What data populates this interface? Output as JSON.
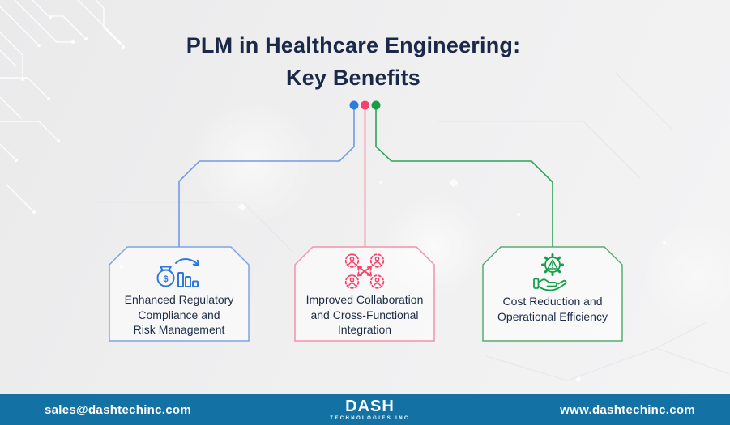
{
  "title": {
    "line1": "PLM in Healthcare Engineering:",
    "line2": "Key Benefits"
  },
  "benefits": [
    {
      "id": "regulatory-compliance",
      "icon": "money-bag-declining-chart-icon",
      "accent_color": "#2e78dd",
      "border_color": "#7fa3e6",
      "line_color": "#6e9ce8",
      "dot_color": "#2f7ce0",
      "lines": [
        "Enhanced Regulatory",
        "Compliance and",
        "Risk Management"
      ]
    },
    {
      "id": "collaboration",
      "icon": "team-exchange-arrows-icon",
      "accent_color": "#f8436b",
      "border_color": "#f490a9",
      "line_color": "#f75e80",
      "dot_color": "#f9406b",
      "lines": [
        "Improved Collaboration",
        "and Cross-Functional",
        "Integration"
      ]
    },
    {
      "id": "cost-reduction",
      "icon": "gear-warning-hand-icon",
      "accent_color": "#14a04a",
      "border_color": "#53ad72",
      "line_color": "#2aa457",
      "dot_color": "#149e47",
      "lines": [
        "Cost Reduction and",
        "Operational Efficiency"
      ]
    }
  ],
  "footer": {
    "email": "sales@dashtechinc.com",
    "website": "www.dashtechinc.com",
    "logo": {
      "wordmark": "DASH",
      "subtext": "TECHNOLOGIES INC"
    },
    "bg_color": "#1371a3"
  },
  "colors": {
    "title_text": "#1a2948",
    "card_text": "#1c2b45",
    "page_background": "#efeff0",
    "card_fill": "rgba(255,255,255,0.55)"
  }
}
